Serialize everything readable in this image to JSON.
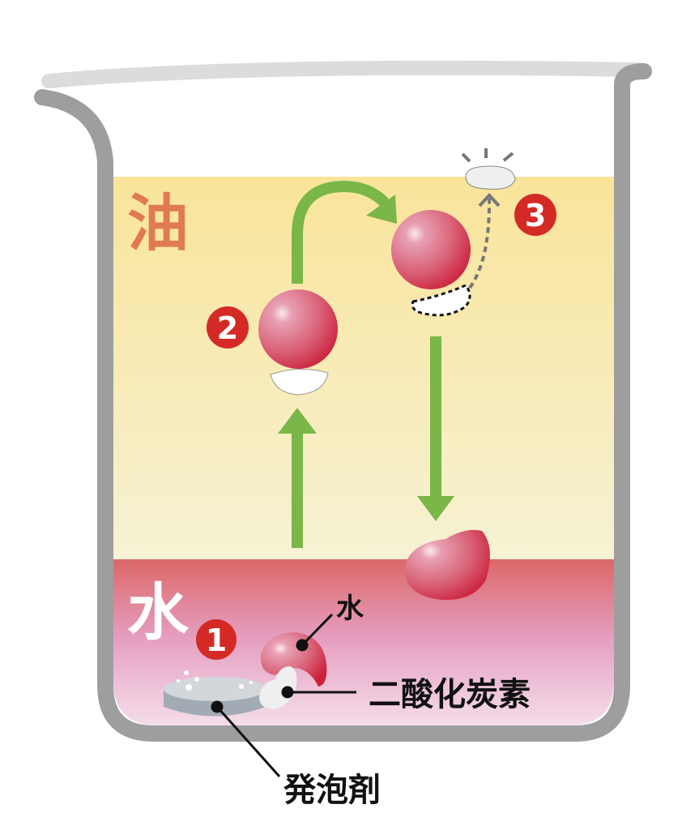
{
  "labels": {
    "oil": "油",
    "water_layer": "水",
    "water": "水",
    "co2": "二酸化炭素",
    "effervescent": "発泡剤"
  },
  "steps": [
    "1",
    "2",
    "3"
  ],
  "colors": {
    "beaker": "#9e9e9e",
    "oil_top": "#f9e49a",
    "oil_bottom": "#f6f2d4",
    "water_top": "#dc6868",
    "water_mid": "#e59ec0",
    "water_bottom": "#f6e3ee",
    "arrow": "#7ab648",
    "badge": "#d42a25",
    "oil_label": "#e07a4f"
  }
}
